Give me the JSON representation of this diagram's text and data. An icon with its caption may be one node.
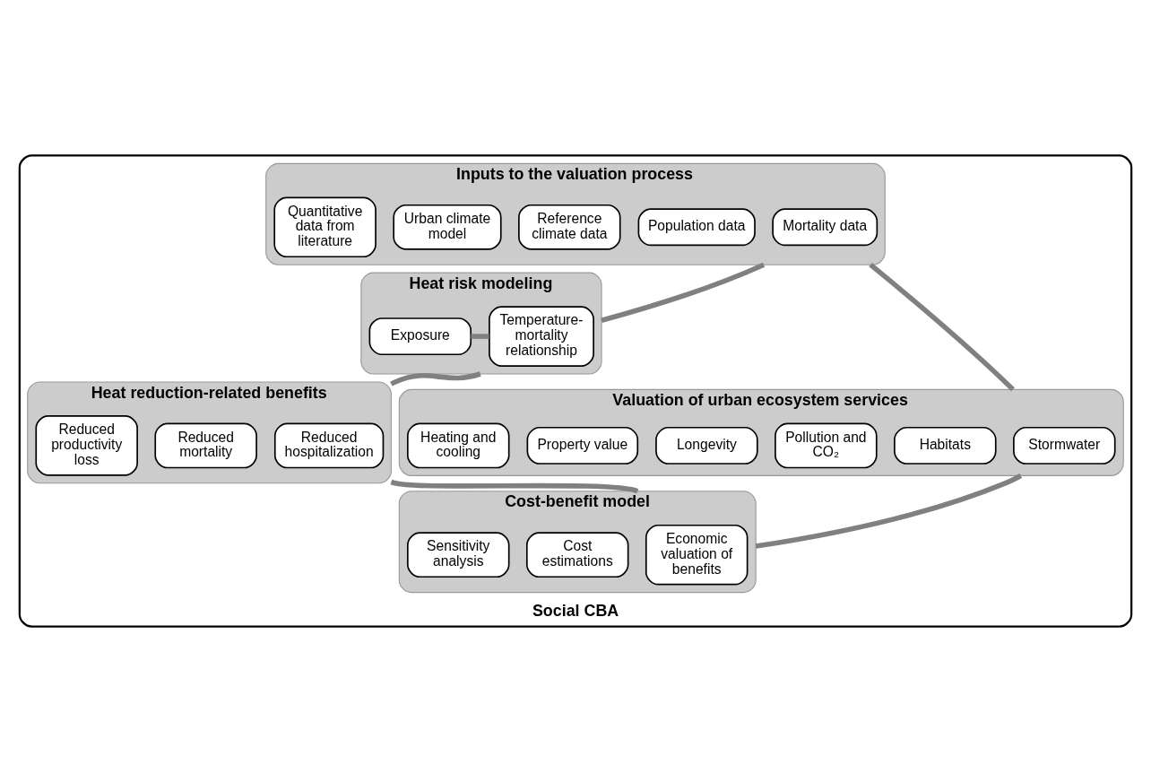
{
  "diagram": {
    "nodes": [
      {
        "text": [
          "Social CBA"
        ]
      },
      {
        "text": [
          "Inputs to the valuation process"
        ],
        "in": 0
      },
      {
        "text": [
          "Mortality data"
        ],
        "in": 1
      },
      {
        "text": [
          "Population data"
        ],
        "in": 1
      },
      {
        "text": [
          "Reference climate data"
        ],
        "in": 1
      },
      {
        "text": [
          "Urban climate model"
        ],
        "in": 1
      },
      {
        "text": [
          "Quantitative data from literature"
        ],
        "in": 1
      },
      {
        "text": [
          "Heat risk modeling"
        ],
        "in": 0
      },
      {
        "text": [
          "Temperature-mortality relationship"
        ],
        "in": 7
      },
      {
        "text": [
          "Exposure"
        ],
        "in": 7
      },
      {
        "text": [
          "Valuation of urban ecosystem services"
        ],
        "in": 0
      },
      {
        "text": [
          "Stormwater"
        ],
        "in": 10
      },
      {
        "text": [
          "Habitats"
        ],
        "in": 10
      },
      {
        "text": [
          "Pollution and CO₂"
        ],
        "in": 10
      },
      {
        "text": [
          "Longevity"
        ],
        "in": 10
      },
      {
        "text": [
          "Property value"
        ],
        "in": 10
      },
      {
        "text": [
          "Heating and cooling"
        ],
        "in": 10
      },
      {
        "text": [
          "Heat reduction-related benefits"
        ],
        "in": 0
      },
      {
        "text": [
          "Reduced hospitalization"
        ],
        "in": 17
      },
      {
        "text": [
          "Reduced mortality"
        ],
        "in": 17
      },
      {
        "text": [
          "Reduced productivity loss"
        ],
        "in": 17
      },
      {
        "text": [
          "Cost-benefit model"
        ],
        "in": 0
      },
      {
        "text": [
          "Economic valuation of benefits"
        ],
        "in": 21
      },
      {
        "text": [
          "Cost estimations"
        ],
        "in": 21
      },
      {
        "text": [
          "Sensitivity analysis"
        ],
        "in": 21
      }
    ],
    "edges": [
      {
        "from": 1,
        "to": 7,
        "arrow": "none"
      },
      {
        "from": 1,
        "to": 10,
        "arrow": "none"
      },
      {
        "from": 8,
        "to": 9,
        "arrow": "none"
      },
      {
        "from": 7,
        "to": 17,
        "arrow": "none"
      },
      {
        "from": 10,
        "to": 21,
        "arrow": "none"
      },
      {
        "from": 17,
        "to": 21,
        "arrow": "none"
      }
    ]
  }
}
